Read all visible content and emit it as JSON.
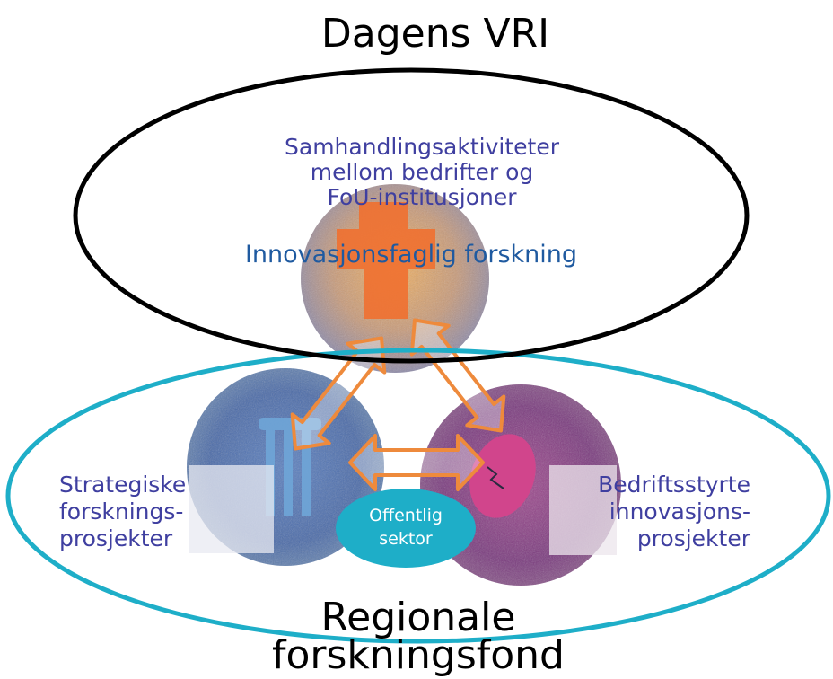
{
  "title_top": "Dagens VRI",
  "top_ellipse": {
    "line1": "Samhandlingsaktiviteter",
    "line2": "mellom bedrifter og",
    "line3": "FoU-institusjoner",
    "line4": "Innovasjonsfaglig forskning"
  },
  "left_block": {
    "line1": "Strategiske",
    "line2": "forsknings-",
    "line3": "prosjekter"
  },
  "right_block": {
    "line1": "Bedriftsstyrte",
    "line2": "innovasjons-",
    "line3": "prosjekter"
  },
  "center_oval": {
    "line1": "Offentlig",
    "line2": "sektor"
  },
  "bottom_title": {
    "line1": "Regionale",
    "line2": "forskningsfond"
  },
  "colors": {
    "purple_text": "#3f3fa0",
    "blue_text": "#1f5aa0",
    "teal": "#1eaec8",
    "orange_arrow": "#ee8a3c"
  }
}
